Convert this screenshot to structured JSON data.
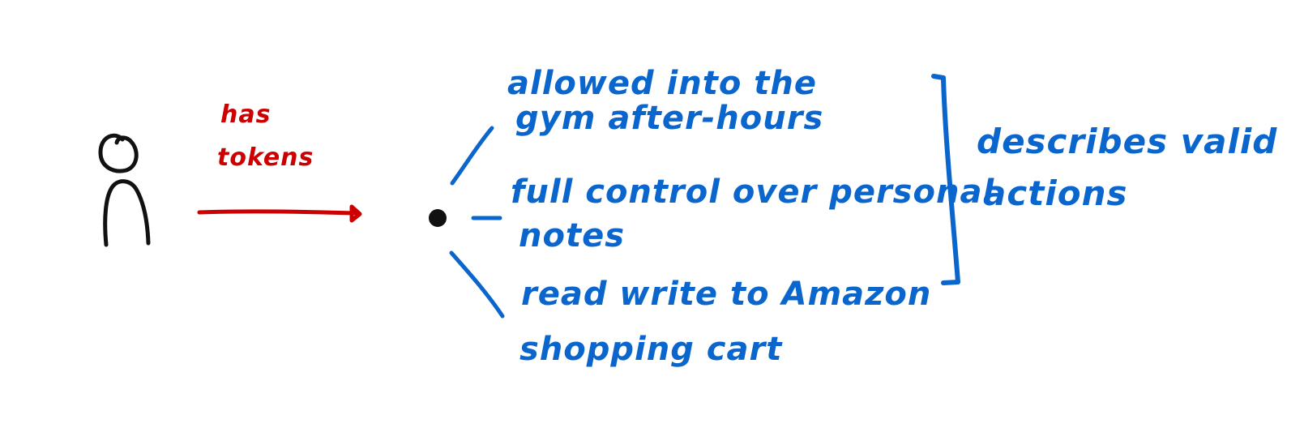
{
  "colors": {
    "ink_black": "#111111",
    "ink_red": "#cc0000",
    "ink_blue": "#0a66cc"
  },
  "icons": {
    "person": "stick-figure-person-icon",
    "node": "dot-node-icon"
  },
  "relation": {
    "line1": "has",
    "line2": "tokens"
  },
  "capabilities": [
    {
      "line1": "allowed into the",
      "line2": "gym after-hours"
    },
    {
      "line1": "full control over personal",
      "line2": "notes"
    },
    {
      "line1": "read write to Amazon",
      "line2": "shopping cart"
    }
  ],
  "bracket_note": {
    "line1": "describes valid",
    "line2": "actions"
  }
}
